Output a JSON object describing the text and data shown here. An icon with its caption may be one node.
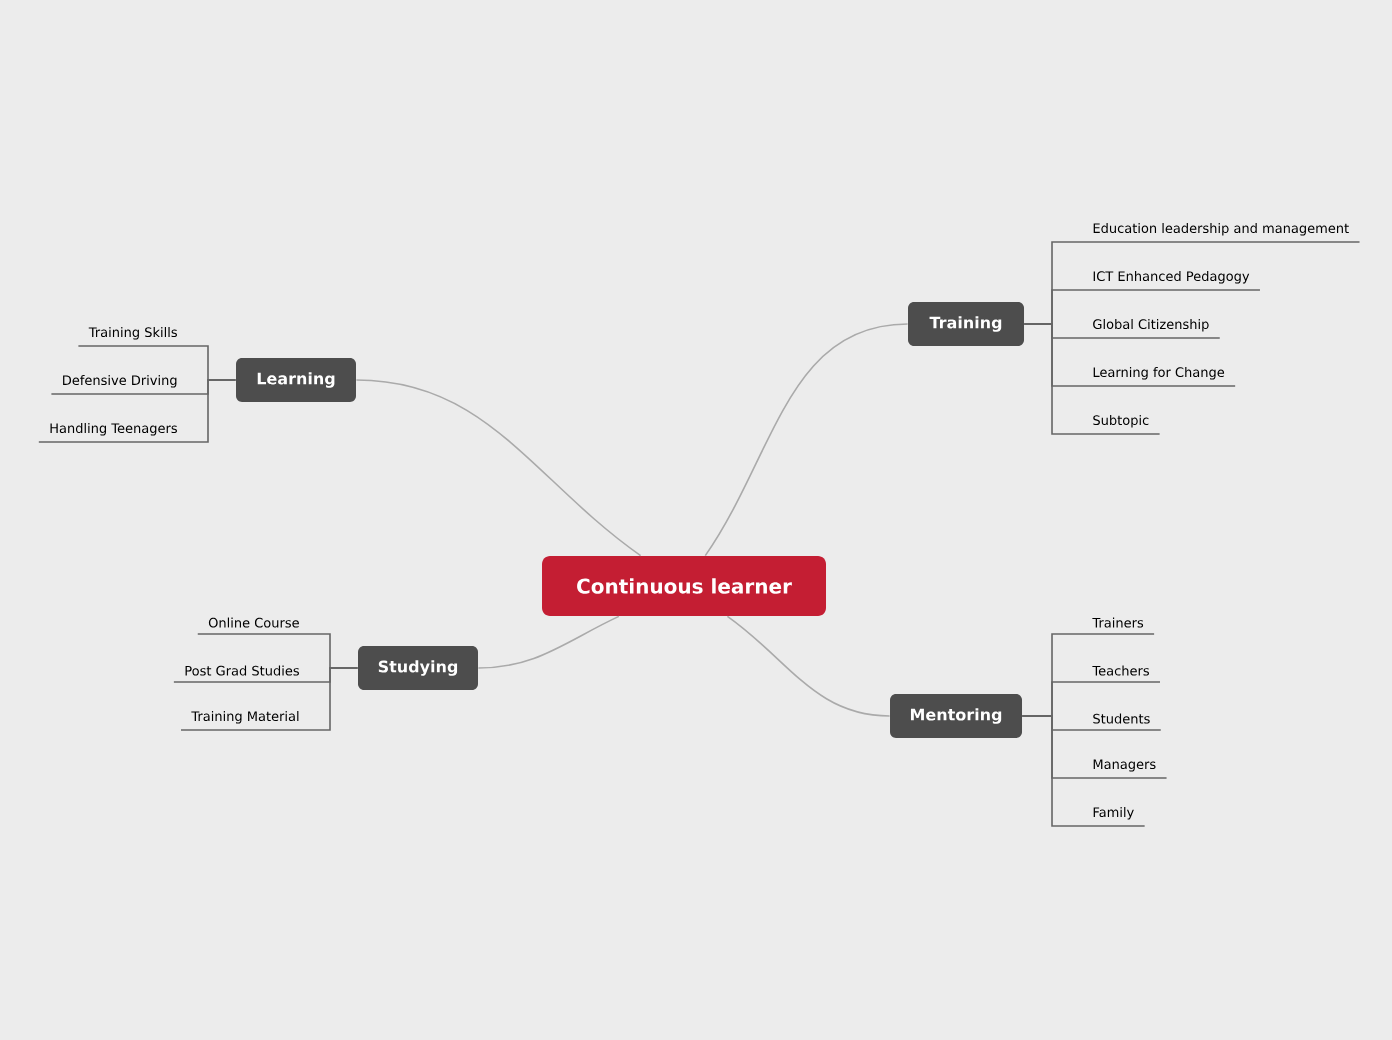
{
  "diagram": {
    "nodes": [
      {
        "text": [
          "Continuous learner"
        ]
      },
      {
        "text": [
          "Training"
        ]
      },
      {
        "text": [
          "Education leadership and management"
        ]
      },
      {
        "text": [
          "ICT Enhanced Pedagogy"
        ]
      },
      {
        "text": [
          "Global Citizenship"
        ]
      },
      {
        "text": [
          "Learning for Change"
        ]
      },
      {
        "text": [
          "Subtopic"
        ]
      },
      {
        "text": [
          "Learning"
        ]
      },
      {
        "text": [
          "Training Skills"
        ]
      },
      {
        "text": [
          "Defensive Driving"
        ]
      },
      {
        "text": [
          "Handling Teenagers"
        ]
      },
      {
        "text": [
          "Studying"
        ]
      },
      {
        "text": [
          "Online Course"
        ]
      },
      {
        "text": [
          "Post Grad Studies"
        ]
      },
      {
        "text": [
          "Training Material"
        ]
      },
      {
        "text": [
          "Mentoring"
        ]
      },
      {
        "text": [
          "Trainers"
        ]
      },
      {
        "text": [
          "Teachers"
        ]
      },
      {
        "text": [
          "Students"
        ]
      },
      {
        "text": [
          "Managers"
        ]
      },
      {
        "text": [
          "Family"
        ]
      }
    ],
    "edges": [
      {
        "from": 0,
        "to": 1,
        "arrow": "none",
        "color": "#aaaaaa"
      },
      {
        "from": 1,
        "to": 2,
        "arrow": "none"
      },
      {
        "from": 1,
        "to": 3,
        "arrow": "none"
      },
      {
        "from": 1,
        "to": 4,
        "arrow": "none"
      },
      {
        "from": 1,
        "to": 5,
        "arrow": "none"
      },
      {
        "from": 1,
        "to": 6,
        "arrow": "none"
      },
      {
        "from": 0,
        "to": 7,
        "arrow": "none",
        "color": "#aaaaaa"
      },
      {
        "from": 7,
        "to": 8,
        "arrow": "none"
      },
      {
        "from": 7,
        "to": 9,
        "arrow": "none"
      },
      {
        "from": 7,
        "to": 10,
        "arrow": "none"
      },
      {
        "from": 0,
        "to": 11,
        "arrow": "none",
        "color": "#aaaaaa"
      },
      {
        "from": 11,
        "to": 12,
        "arrow": "none"
      },
      {
        "from": 11,
        "to": 13,
        "arrow": "none"
      },
      {
        "from": 11,
        "to": 14,
        "arrow": "none"
      },
      {
        "from": 0,
        "to": 15,
        "arrow": "none",
        "color": "#aaaaaa"
      },
      {
        "from": 15,
        "to": 16,
        "arrow": "none"
      },
      {
        "from": 15,
        "to": 17,
        "arrow": "none"
      },
      {
        "from": 15,
        "to": 18,
        "arrow": "none"
      },
      {
        "from": 15,
        "to": 19,
        "arrow": "none"
      },
      {
        "from": 15,
        "to": 20,
        "arrow": "none"
      }
    ]
  }
}
